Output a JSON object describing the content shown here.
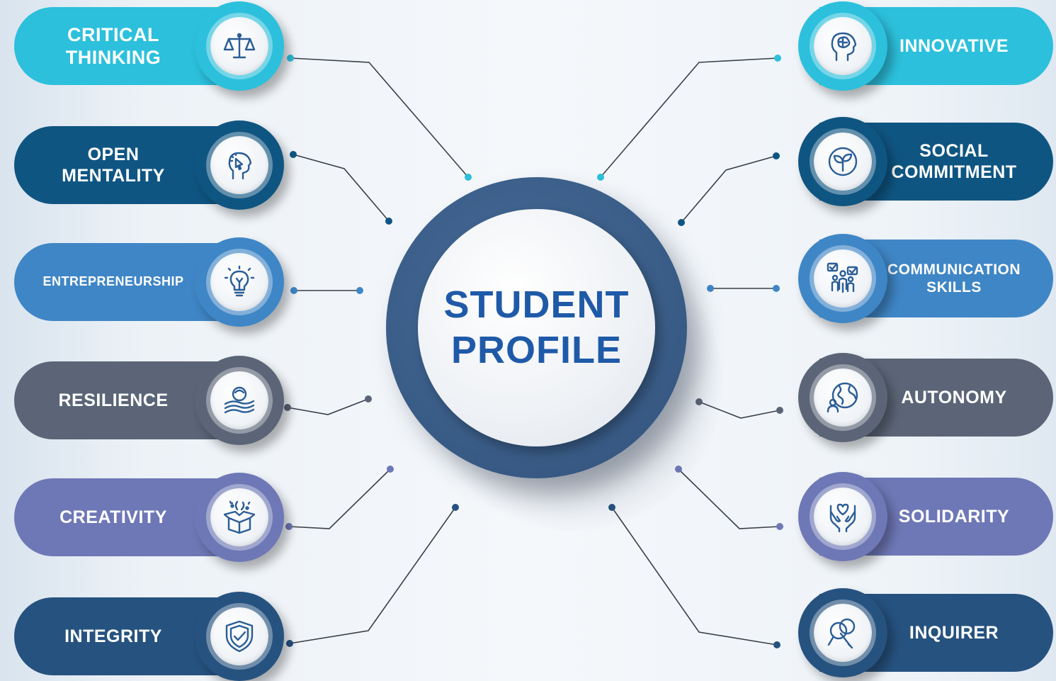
{
  "center": {
    "title": "STUDENT\nPROFILE",
    "ring_color": "#3b5f8a",
    "text_color": "#1f5aa8"
  },
  "left_items": [
    {
      "label": "CRITICAL\nTHINKING",
      "icon": "balance-scale-icon",
      "color": "#2cc0dc",
      "dot": "#2cc0dc"
    },
    {
      "label": "OPEN\nMENTALITY",
      "icon": "head-cursor-icon",
      "color": "#0f5582",
      "dot": "#0f5582"
    },
    {
      "label": "ENTREPRENEURSHIP",
      "icon": "lightbulb-icon",
      "color": "#3f86c6",
      "dot": "#3f86c6"
    },
    {
      "label": "RESILIENCE",
      "icon": "ball-on-waves-icon",
      "color": "#5b6577",
      "dot": "#5b6577"
    },
    {
      "label": "CREATIVITY",
      "icon": "open-box-icon",
      "color": "#6e78b6",
      "dot": "#6e78b6"
    },
    {
      "label": "INTEGRITY",
      "icon": "shield-check-icon",
      "color": "#26527f",
      "dot": "#26527f"
    }
  ],
  "right_items": [
    {
      "label": "INNOVATIVE",
      "icon": "brain-head-icon",
      "color": "#2cc0dc",
      "dot": "#2cc0dc"
    },
    {
      "label": "SOCIAL\nCOMMITMENT",
      "icon": "sprout-icon",
      "color": "#0f5582",
      "dot": "#0f5582"
    },
    {
      "label": "COMMUNICATION\nSKILLS",
      "icon": "people-chat-icon",
      "color": "#3f86c6",
      "dot": "#3f86c6"
    },
    {
      "label": "AUTONOMY",
      "icon": "globe-person-icon",
      "color": "#5b6577",
      "dot": "#5b6577"
    },
    {
      "label": "SOLIDARITY",
      "icon": "hands-heart-icon",
      "color": "#6e78b6",
      "dot": "#6e78b6"
    },
    {
      "label": "INQUIRER",
      "icon": "magnifier-icon",
      "color": "#26527f",
      "dot": "#26527f"
    }
  ]
}
